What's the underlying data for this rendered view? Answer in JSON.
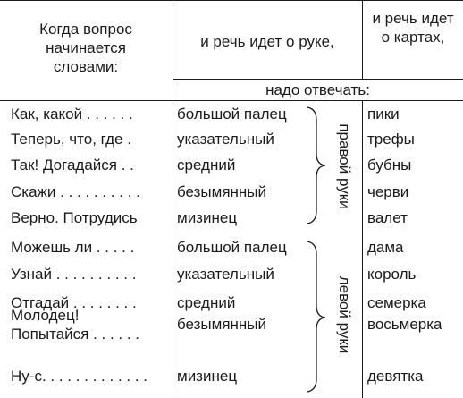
{
  "header": {
    "col1": "Когда вопрос начинается словами:",
    "col2": "и речь идет о руке,",
    "col3": "и речь идет о картах,",
    "answer_row": "надо отвечать:"
  },
  "groups": [
    {
      "side_label": "правой руки",
      "rows": [
        {
          "question": "Как, какой . . . . . .",
          "finger": "большой палец",
          "card": "пики"
        },
        {
          "question": "Теперь, что, где  .",
          "finger": "указательный",
          "card": "трефы"
        },
        {
          "question": "Так! Догадайся . .",
          "finger": "средний",
          "card": "бубны"
        },
        {
          "question": "Скажи . . . . . . . . . .",
          "finger": "безымянный",
          "card": "черви"
        },
        {
          "question": "Верно. Потрудись",
          "finger": "мизинец",
          "card": "валет"
        }
      ]
    },
    {
      "side_label": "левой руки",
      "rows": [
        {
          "question": "Можешь ли  . . . . .",
          "finger": "большой палец",
          "card": "дама"
        },
        {
          "question": "Узнай . . . . . . . . . .",
          "finger": "указательный",
          "card": "король"
        },
        {
          "question": "Отгадай  . . . . . . . .",
          "finger": "средний",
          "card": "семерка"
        },
        {
          "question": "Молодец!\nПопытайся . . . . . .",
          "finger": "безымянный",
          "card": "восьмерка"
        },
        {
          "question": "Ну-с. . . . . . . . . . . . .",
          "finger": "мизинец",
          "card": "девятка"
        }
      ]
    }
  ]
}
